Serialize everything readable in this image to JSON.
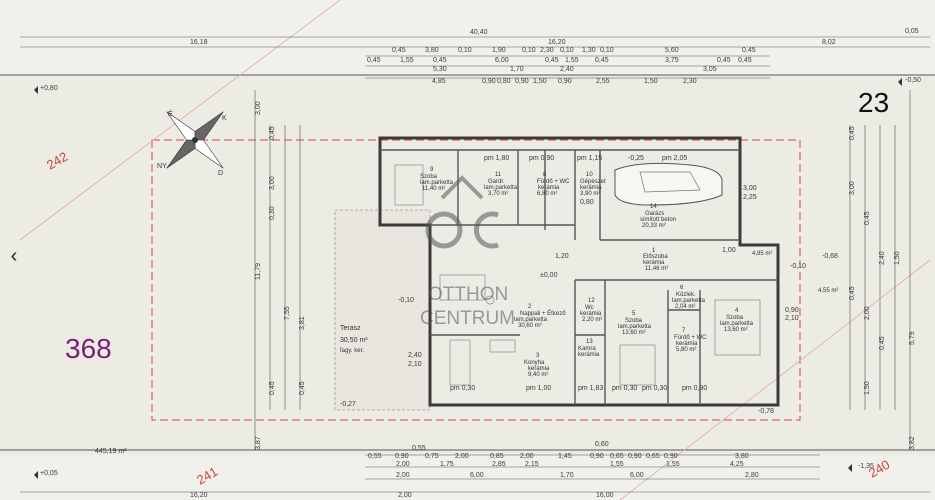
{
  "nav": {
    "prev_arrow": "‹"
  },
  "plot": {
    "lot_main": "368",
    "lot_number": "23",
    "lot_neighbors": [
      "242",
      "241",
      "240"
    ],
    "area_total": "445,19 m²",
    "elevations": [
      "+0,80",
      "+0,05",
      "-0,50",
      "-0,10",
      "-0,27",
      "-0,78",
      "-1,35",
      "-0,68"
    ]
  },
  "compass": {
    "letters": [
      "É",
      "K",
      "D",
      "NY"
    ]
  },
  "logo": {
    "line1": "OTTHON",
    "line2": "CENTRUM"
  },
  "rooms": [
    {
      "num": "9",
      "name": "Szoba",
      "floor": "lam.parketta",
      "area": "11,40 m²"
    },
    {
      "num": "11",
      "name": "Gardr.",
      "floor": "lam.parketta",
      "area": "3,70 m²"
    },
    {
      "num": "8",
      "name": "Fürdő + WC",
      "floor": "kerámia",
      "area": "6,80 m²"
    },
    {
      "num": "10",
      "name": "Gépészet",
      "floor": "kerámia",
      "area": "3,90 m²"
    },
    {
      "num": "14",
      "name": "Garázs",
      "floor": "simított beton",
      "area": "20,33 m²"
    },
    {
      "num": "1",
      "name": "Előszoba",
      "floor": "kerámia",
      "area": "11,46 m²"
    },
    {
      "num": "2",
      "name": "Nappali + Étkező",
      "floor": "lam.parketta",
      "area": "30,60 m²"
    },
    {
      "num": "3",
      "name": "Konyha",
      "floor": "kerámia",
      "area": "9,40 m²"
    },
    {
      "num": "12",
      "name": "Wc",
      "floor": "kerámia",
      "area": "2,20 m²"
    },
    {
      "num": "13",
      "name": "Kamra",
      "floor": "kerámia",
      "area": ""
    },
    {
      "num": "5",
      "name": "Szoba",
      "floor": "lam.parketta",
      "area": "13,60 m²"
    },
    {
      "num": "6",
      "name": "Közlek.",
      "floor": "lam.parketta",
      "area": "2,04 m²"
    },
    {
      "num": "7",
      "name": "Fürdő + WC",
      "floor": "kerámia",
      "area": "5,80 m²"
    },
    {
      "num": "4",
      "name": "Szoba",
      "floor": "lam.parketta",
      "area": "13,60 m²"
    }
  ],
  "terrace": {
    "name": "Terasz",
    "area": "30,50 m²",
    "floor": "fagy. ker."
  },
  "small_areas": [
    "4,95 m²",
    "4,55 m²"
  ],
  "dims": {
    "top_total": "40,40",
    "top_row1": [
      "16,18",
      "16,20",
      "8,02",
      "0,05"
    ],
    "top_row2": [
      "0,45",
      "3,80",
      "0,10",
      "1,90",
      "0,10",
      "2,30",
      "0,10",
      "1,30",
      "0,10",
      "5,60",
      "0,45"
    ],
    "top_row3": [
      "0,45",
      "1,55",
      "0,45",
      "6,00",
      "0,45",
      "1,55",
      "0,45",
      "3,75",
      "0,45",
      "0,45",
      "5,30",
      "1,70",
      "2,40",
      "3,05"
    ],
    "top_row4": [
      "4,85",
      "0,90",
      "0,80",
      "0,90",
      "1,50",
      "0,90",
      "2,55",
      "1,50",
      "2,30"
    ],
    "bottom_row1": [
      "0,55",
      "0,90",
      "0,75",
      "2,00",
      "0,85",
      "2,00",
      "1,45",
      "0,90",
      "0,65",
      "0,90",
      "0,65",
      "0,90",
      "3,80",
      "0,55",
      "0,60"
    ],
    "bottom_row2": [
      "2,00",
      "1,75",
      "2,85",
      "2,15",
      "1,55",
      "1,55",
      "4,25"
    ],
    "bottom_row3": [
      "2,00",
      "6,00",
      "1,70",
      "6,00",
      "2,80"
    ],
    "bottom_row4": [
      "16,20",
      "2,00",
      "16,00"
    ],
    "left_col": [
      "3,00",
      "0,45",
      "3,00",
      "0,30",
      "11,79",
      "7,55",
      "0,45",
      "3,81",
      "0,45",
      "3,87"
    ],
    "right_col": [
      "0,45",
      "3,00",
      "0,45",
      "2,40",
      "1,50",
      "0,45",
      "2,00",
      "0,45",
      "1,50",
      "5,79",
      "3,82"
    ],
    "openings": [
      "pm 1,80",
      "pm 0,90",
      "pm 1,15",
      "pm 2,05",
      "pm 0,30",
      "pm 1,00",
      "pm 1,83",
      "pm 0,30",
      "pm 0,30",
      "pm 0,90"
    ],
    "levels": [
      "±0,00",
      "-0,25",
      "-0,10",
      "0,90",
      "2,10",
      "2,40",
      "2,10",
      "1,20",
      "1,00",
      "3,00",
      "2,25",
      "0,80"
    ]
  }
}
